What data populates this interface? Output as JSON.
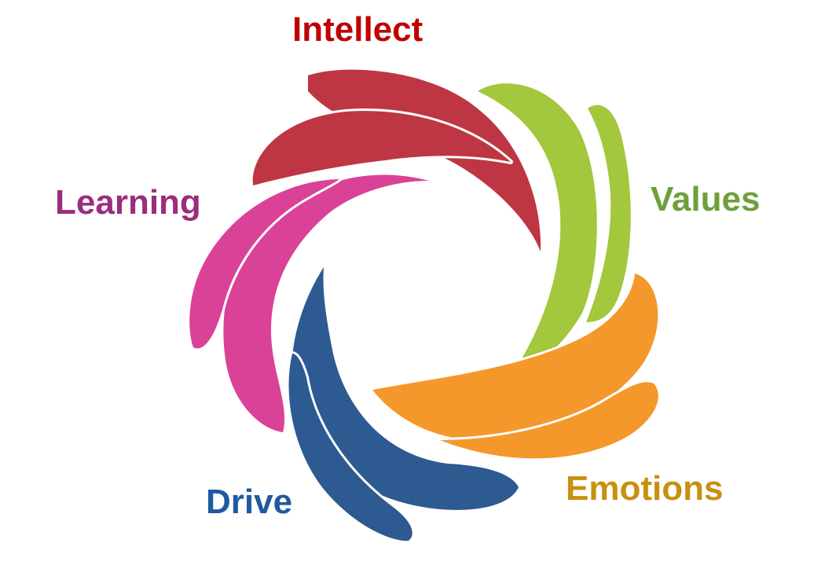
{
  "diagram": {
    "segments": [
      {
        "id": "intellect",
        "label": "Intellect",
        "color": "#be3644",
        "label_color": "#c00000"
      },
      {
        "id": "values",
        "label": "Values",
        "color": "#a3c73d",
        "label_color": "#6ea03a"
      },
      {
        "id": "emotions",
        "label": "Emotions",
        "color": "#f5982b",
        "label_color": "#c8900f"
      },
      {
        "id": "drive",
        "label": "Drive",
        "color": "#2d5a90",
        "label_color": "#1f5aa0"
      },
      {
        "id": "learning",
        "label": "Learning",
        "color": "#d94297",
        "label_color": "#9b2d7f"
      }
    ]
  }
}
